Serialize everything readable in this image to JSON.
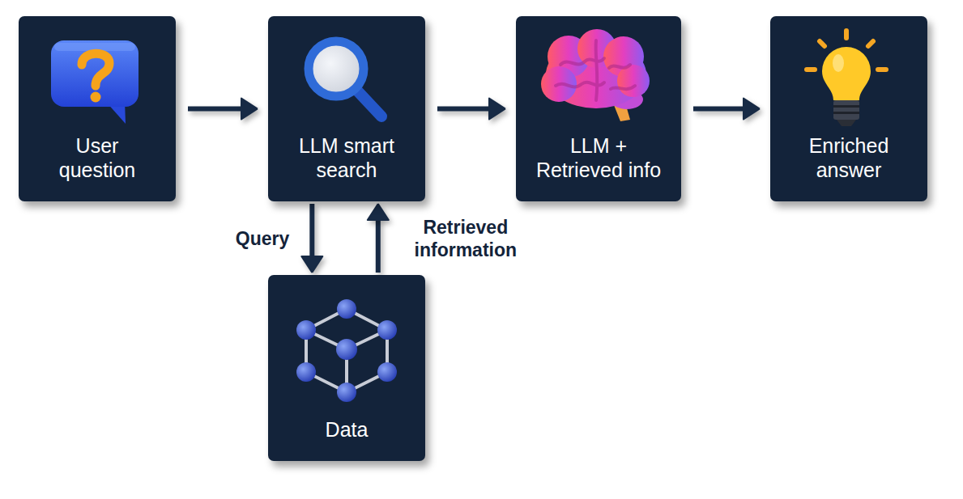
{
  "diagram": {
    "nodes": [
      {
        "text": [
          "User question"
        ]
      },
      {
        "text": [
          "LLM smart search"
        ]
      },
      {
        "text": [
          "LLM + Retrieved info"
        ]
      },
      {
        "text": [
          "Enriched answer"
        ]
      },
      {
        "text": [
          "Data"
        ]
      }
    ],
    "edges": [
      {
        "from": 0,
        "to": 1,
        "arrow": "to"
      },
      {
        "from": 1,
        "to": 2,
        "arrow": "to"
      },
      {
        "from": 2,
        "to": 3,
        "arrow": "to"
      },
      {
        "from": 1,
        "to": 4,
        "label": "Query",
        "arrow": "to"
      },
      {
        "from": 4,
        "to": 1,
        "label": "Retrieved information",
        "arrow": "to"
      }
    ]
  }
}
